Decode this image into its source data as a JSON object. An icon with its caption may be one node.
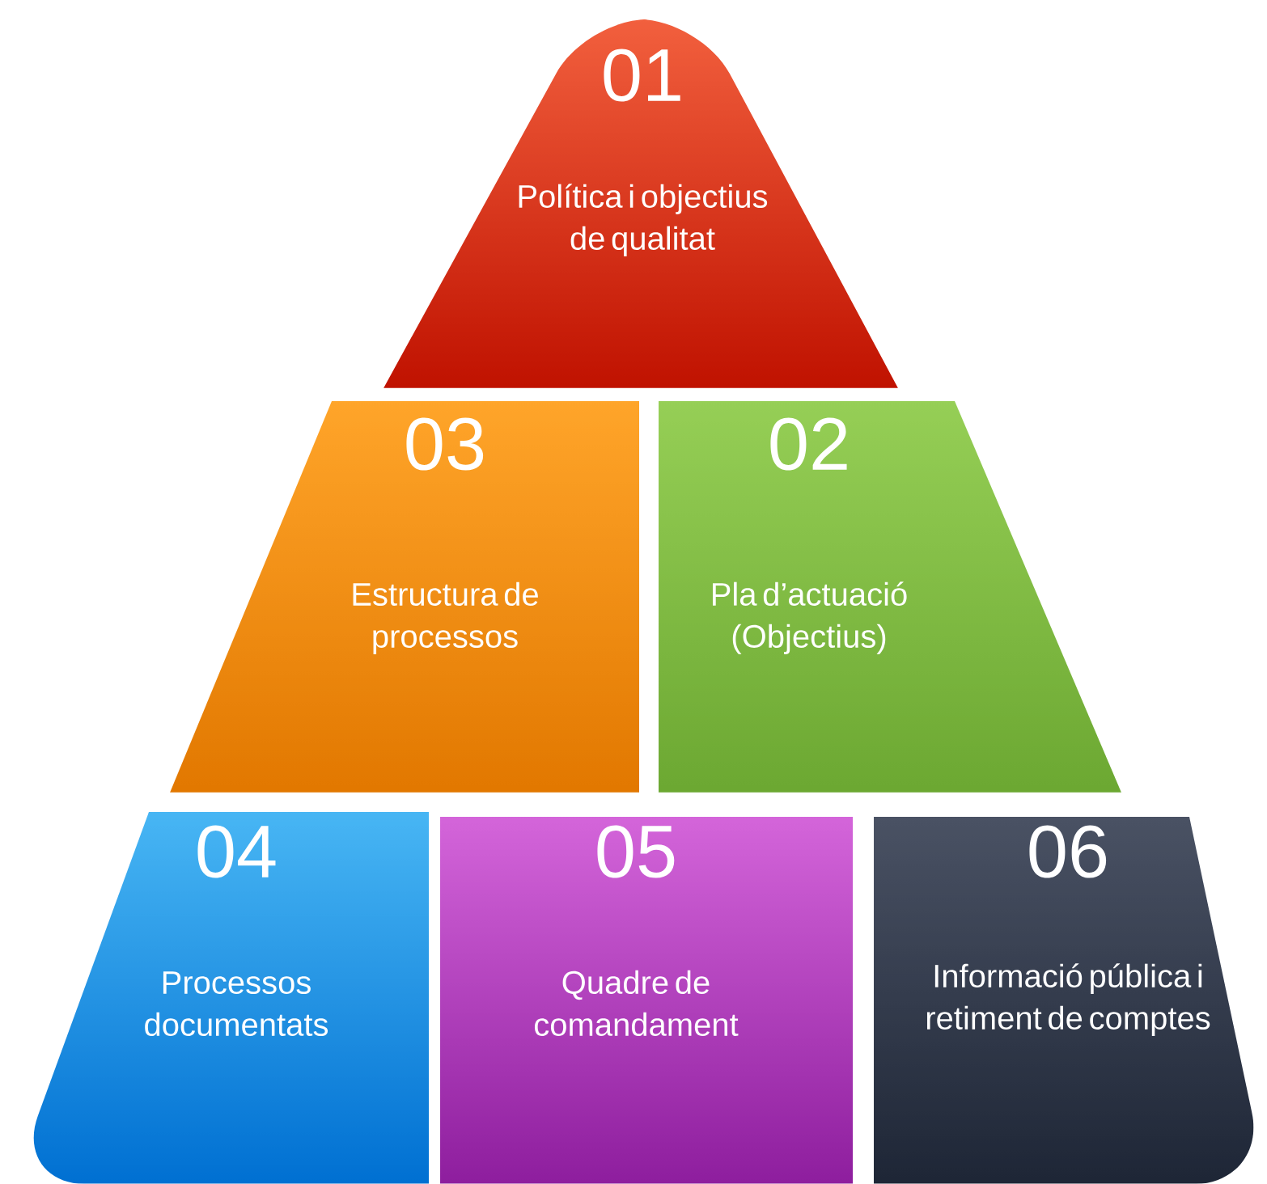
{
  "diagram": {
    "nodes": [
      {
        "text": [
          "01",
          "Política i objectius de qualitat"
        ]
      },
      {
        "text": [
          "03",
          "Estructura de processos"
        ]
      },
      {
        "text": [
          "02",
          "Pla d’actuació (Objectius)"
        ]
      },
      {
        "text": [
          "04",
          "Processos documentats"
        ]
      },
      {
        "text": [
          "05",
          "Quadre de comandament"
        ]
      },
      {
        "text": [
          "06",
          "Informació pública i retiment de comptes"
        ]
      }
    ]
  }
}
